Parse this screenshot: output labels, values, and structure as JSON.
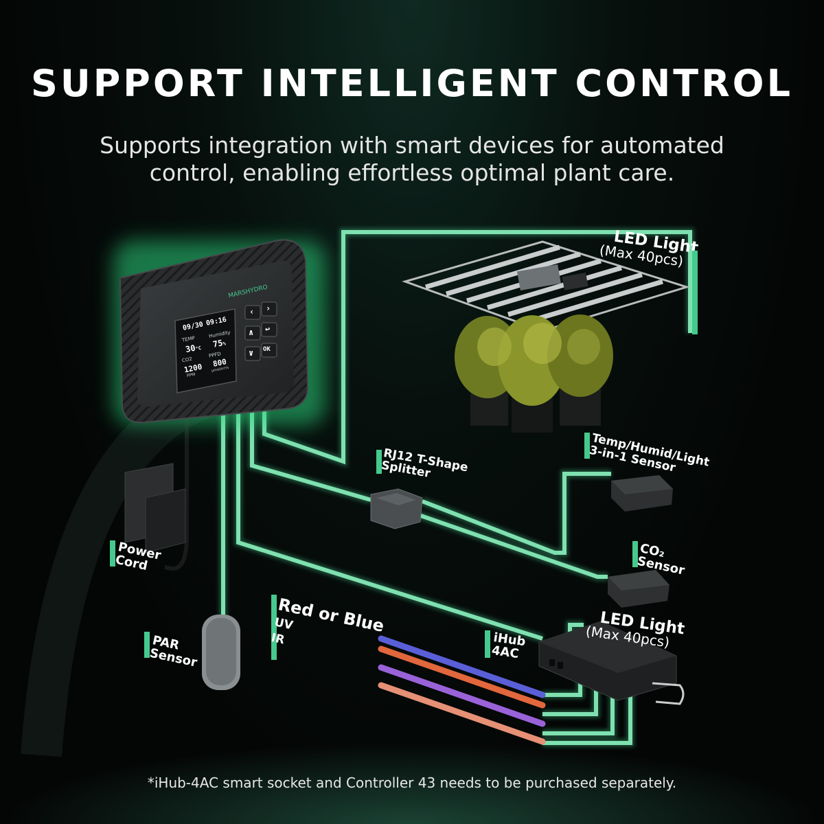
{
  "title": "SUPPORT INTELLIGENT CONTROL",
  "subtitle_line1": "Supports integration with smart devices for automated",
  "subtitle_line2": "control, enabling effortless optimal plant care.",
  "brand": "MARSHYDRO",
  "screen": {
    "date": "09/30",
    "time": "09:16",
    "temp_label": "TEMP",
    "temp_value": "30",
    "temp_unit": "°C",
    "humidity_label": "Humidity",
    "humidity_value": "75",
    "humidity_unit": "%",
    "co2_label": "CO2",
    "co2_value": "1200",
    "co2_unit": "PPM",
    "ppfd_label": "PPFD",
    "ppfd_value": "800",
    "ppfd_unit": "μmol/m²/s"
  },
  "keypad": [
    "‹",
    "›",
    "∧",
    "↩",
    "∨",
    "OK"
  ],
  "labels": {
    "led_top_line1": "LED Light",
    "led_top_line2": "(Max 40pcs)",
    "rj12_line1": "RJ12 T-Shape",
    "rj12_line2": "Splitter",
    "thl_line1": "Temp/Humid/Light",
    "thl_line2": "3-in-1 Sensor",
    "power_line1": "Power",
    "power_line2": "Cord",
    "co2_line1": "CO₂",
    "co2_line2": "Sensor",
    "par_line1": "PAR",
    "par_line2": "Sensor",
    "redblue": "Red or Blue",
    "uv": "UV",
    "ir": "IR",
    "ihub_line1": "iHub",
    "ihub_line2": "4AC",
    "led_bot_line1": "LED Light",
    "led_bot_line2": "(Max 40pcs)"
  },
  "footnote": "*iHub-4AC smart socket and Controller 43 needs to be purchased separately.",
  "colors": {
    "accent_green": "#46c98e",
    "cable_green": "#7fe0b0",
    "background": "#050807",
    "device_body": "#2b2d2e"
  }
}
